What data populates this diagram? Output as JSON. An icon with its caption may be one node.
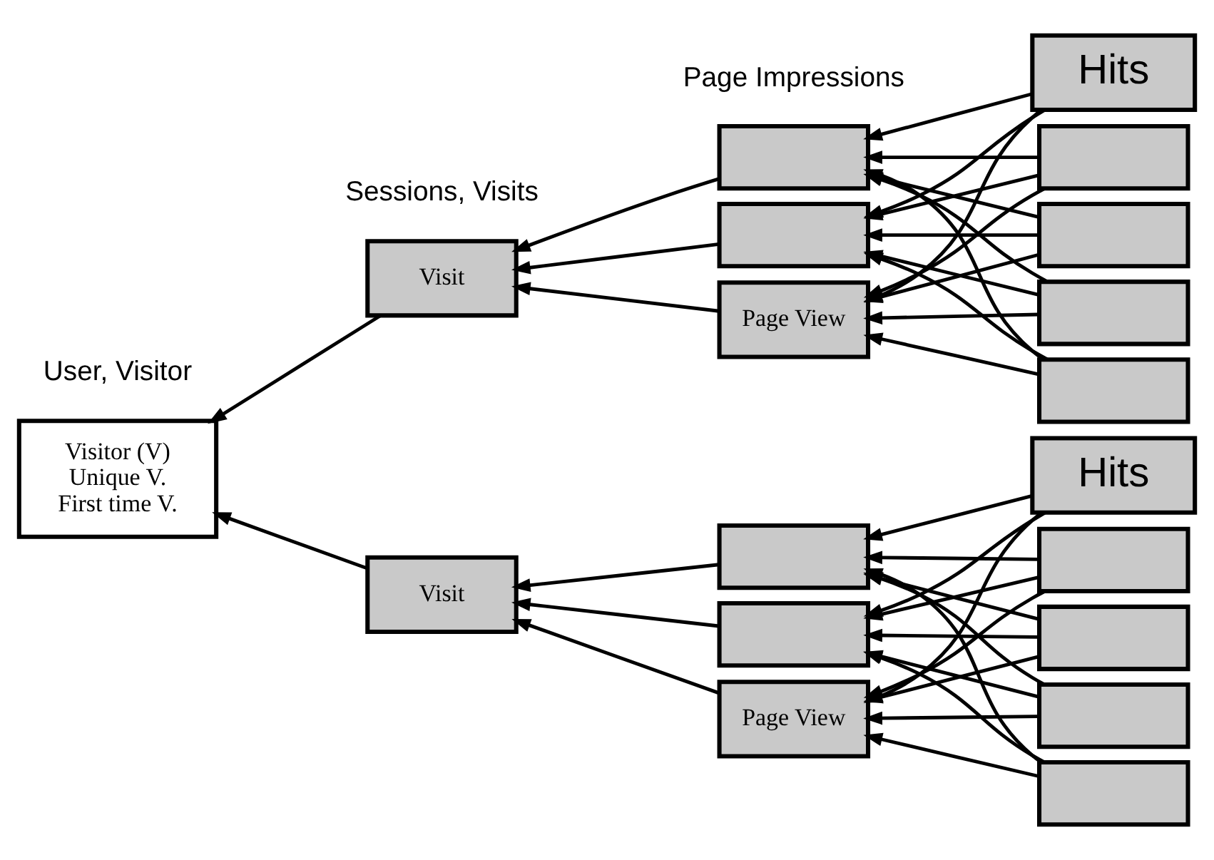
{
  "diagram": {
    "nodes": [
      {
        "text": [
          "Visitor (V)",
          "Unique V.",
          "First time V."
        ]
      },
      {
        "text": [
          "Visit"
        ]
      },
      {
        "text": [],
        "shape": "box"
      },
      {
        "text": [],
        "shape": "box"
      },
      {
        "text": [
          "Page View"
        ]
      },
      {
        "text": [],
        "shape": "box"
      },
      {
        "text": [],
        "shape": "box"
      },
      {
        "text": [],
        "shape": "box"
      },
      {
        "text": [],
        "shape": "box"
      },
      {
        "text": [
          "Hits"
        ]
      },
      {
        "text": [
          "Visit"
        ]
      },
      {
        "text": [],
        "shape": "box"
      },
      {
        "text": [],
        "shape": "box"
      },
      {
        "text": [
          "Page View"
        ]
      },
      {
        "text": [],
        "shape": "box"
      },
      {
        "text": [],
        "shape": "box"
      },
      {
        "text": [],
        "shape": "box"
      },
      {
        "text": [],
        "shape": "box"
      },
      {
        "text": [
          "Hits"
        ]
      }
    ],
    "edges": [
      {
        "from": 1,
        "to": 0,
        "arrow": "to"
      },
      {
        "from": 10,
        "to": 0,
        "arrow": "to"
      },
      {
        "from": 2,
        "to": 1,
        "arrow": "to"
      },
      {
        "from": 3,
        "to": 1,
        "arrow": "to"
      },
      {
        "from": 4,
        "to": 1,
        "arrow": "to"
      },
      {
        "from": 5,
        "to": 2,
        "arrow": "to"
      },
      {
        "from": 5,
        "to": 3,
        "arrow": "to"
      },
      {
        "from": 5,
        "to": 4,
        "arrow": "to"
      },
      {
        "from": 6,
        "to": 2,
        "arrow": "to"
      },
      {
        "from": 6,
        "to": 3,
        "arrow": "to"
      },
      {
        "from": 6,
        "to": 4,
        "arrow": "to"
      },
      {
        "from": 7,
        "to": 2,
        "arrow": "to"
      },
      {
        "from": 7,
        "to": 3,
        "arrow": "to"
      },
      {
        "from": 7,
        "to": 4,
        "arrow": "to"
      },
      {
        "from": 8,
        "to": 2,
        "arrow": "to"
      },
      {
        "from": 8,
        "to": 3,
        "arrow": "to"
      },
      {
        "from": 8,
        "to": 4,
        "arrow": "to"
      },
      {
        "from": 9,
        "to": 2,
        "arrow": "to"
      },
      {
        "from": 9,
        "to": 3,
        "arrow": "to"
      },
      {
        "from": 9,
        "to": 4,
        "arrow": "to"
      },
      {
        "from": 11,
        "to": 10,
        "arrow": "to"
      },
      {
        "from": 12,
        "to": 10,
        "arrow": "to"
      },
      {
        "from": 13,
        "to": 10,
        "arrow": "to"
      },
      {
        "from": 14,
        "to": 11,
        "arrow": "to"
      },
      {
        "from": 14,
        "to": 12,
        "arrow": "to"
      },
      {
        "from": 14,
        "to": 13,
        "arrow": "to"
      },
      {
        "from": 15,
        "to": 11,
        "arrow": "to"
      },
      {
        "from": 15,
        "to": 12,
        "arrow": "to"
      },
      {
        "from": 15,
        "to": 13,
        "arrow": "to"
      },
      {
        "from": 16,
        "to": 11,
        "arrow": "to"
      },
      {
        "from": 16,
        "to": 12,
        "arrow": "to"
      },
      {
        "from": 16,
        "to": 13,
        "arrow": "to"
      },
      {
        "from": 17,
        "to": 11,
        "arrow": "to"
      },
      {
        "from": 17,
        "to": 12,
        "arrow": "to"
      },
      {
        "from": 17,
        "to": 13,
        "arrow": "to"
      },
      {
        "from": 18,
        "to": 11,
        "arrow": "to"
      },
      {
        "from": 18,
        "to": 12,
        "arrow": "to"
      },
      {
        "from": 18,
        "to": 13,
        "arrow": "to"
      }
    ],
    "labels": [
      "User, Visitor",
      "Sessions, Visits",
      "Page Impressions"
    ]
  }
}
